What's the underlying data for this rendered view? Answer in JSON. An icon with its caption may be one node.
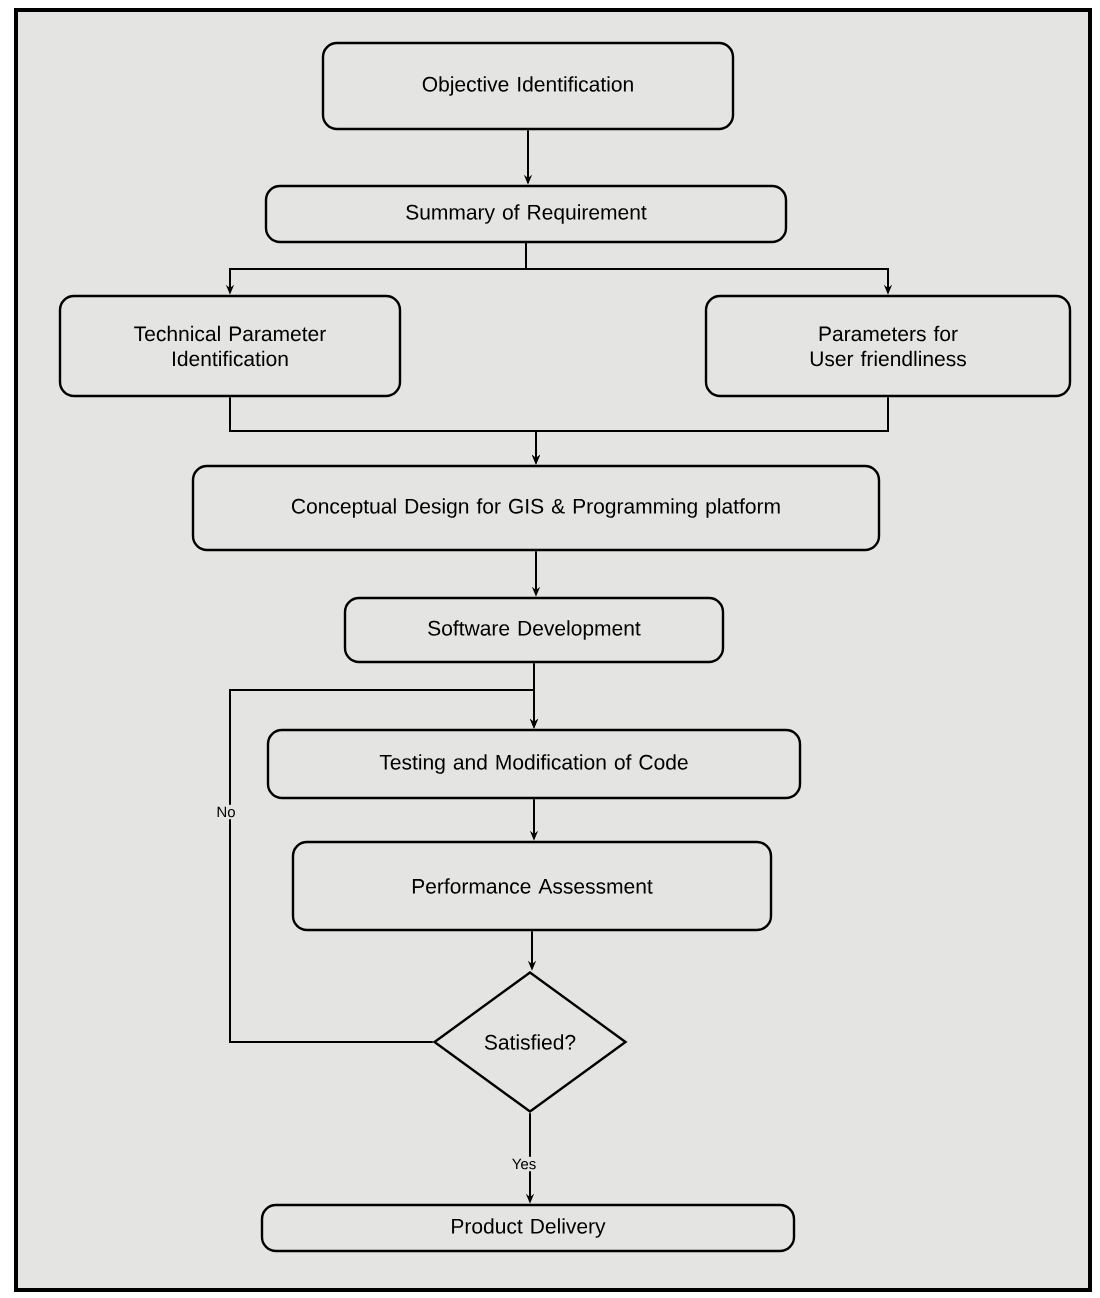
{
  "diagram": {
    "nodes": [
      {
        "text": [
          "Objective Identification"
        ]
      },
      {
        "text": [
          "Summary of Requirement"
        ]
      },
      {
        "text": [
          "Technical Parameter Identification"
        ]
      },
      {
        "text": [
          "Parameters for User friendliness"
        ]
      },
      {
        "text": [
          "Conceptual Design for GIS & Programming platform"
        ]
      },
      {
        "text": [
          "Software Development"
        ]
      },
      {
        "text": [
          "Testing and Modification of Code"
        ]
      },
      {
        "text": [
          "Performance Assessment"
        ]
      },
      {
        "text": [
          "Satisfied?"
        ]
      },
      {
        "text": [
          "Product Delivery"
        ]
      }
    ],
    "edges": [
      {
        "from": 0,
        "to": 1,
        "arrow": "to"
      },
      {
        "from": 1,
        "to": 2,
        "arrow": "to"
      },
      {
        "from": 1,
        "to": 3,
        "arrow": "to"
      },
      {
        "from": 2,
        "to": 4,
        "arrow": "to"
      },
      {
        "from": 3,
        "to": 4,
        "arrow": "to"
      },
      {
        "from": 4,
        "to": 5,
        "arrow": "to"
      },
      {
        "from": 5,
        "to": 6,
        "arrow": "to"
      },
      {
        "from": 6,
        "to": 7,
        "arrow": "to"
      },
      {
        "from": 7,
        "to": 8,
        "arrow": "to"
      },
      {
        "from": 8,
        "to": 9,
        "arrow": "to",
        "label": "Yes"
      },
      {
        "from": 8,
        "to": 6,
        "arrow": "to",
        "label": "No"
      }
    ]
  }
}
